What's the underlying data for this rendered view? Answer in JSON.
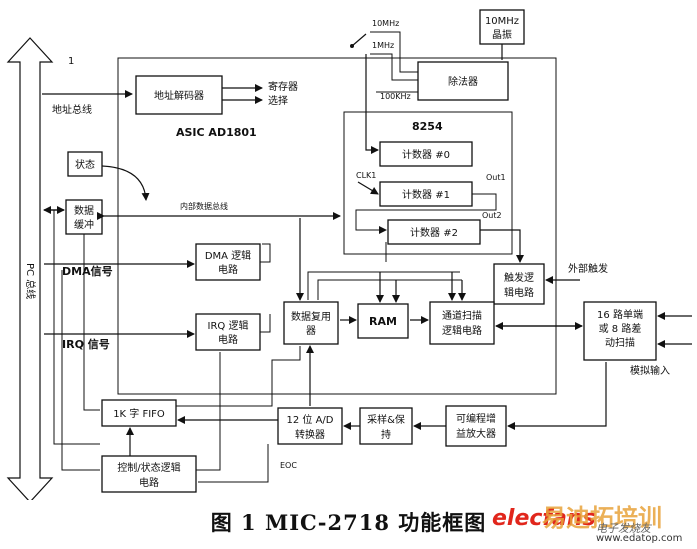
{
  "labels": {
    "bus_number": "1",
    "pc_bus": "PC 总线",
    "address_bus": "地址总线",
    "asic": "ASIC AD1801",
    "internal_data_bus": "内部数据总线",
    "dma_signal": "DMA信号",
    "irq_signal": "IRQ 信号",
    "osc_10mhz": "10MHz",
    "osc_1mhz": "1MHz",
    "osc_100khz": "100KHz",
    "clk1": "CLK1",
    "out1": "Out1",
    "out2": "Out2",
    "ext_trigger": "外部触发",
    "analog_input": "模拟输入",
    "eoc": "EOC"
  },
  "blocks": {
    "crystal": [
      "10MHz",
      "晶振"
    ],
    "divider": "除法器",
    "addr_decoder": "地址解码器",
    "register_select": [
      "寄存器",
      "选择"
    ],
    "timer_8254": "8254",
    "counter0": "计数器 #0",
    "counter1": "计数器 #1",
    "counter2": "计数器 #2",
    "trigger_logic": [
      "触发逻",
      "辑电路"
    ],
    "status": "状态",
    "data_buffer": [
      "数据",
      "缓冲"
    ],
    "dma_logic": [
      "DMA 逻辑",
      "电路"
    ],
    "irq_logic": [
      "IRQ 逻辑",
      "电路"
    ],
    "data_mux": [
      "数据复用",
      "器"
    ],
    "ram": "RAM",
    "scan_logic": [
      "通道扫描",
      "逻辑电路"
    ],
    "input_mux": [
      "16 路单端",
      "或 8 路差",
      "动扫描"
    ],
    "fifo": "1K 字 FIFO",
    "adc": [
      "12 位 A/D",
      "转换器"
    ],
    "sample_hold": [
      "采样&保",
      "持"
    ],
    "pga": [
      "可编程增",
      "益放大器"
    ],
    "control_logic": [
      "控制/状态逻辑",
      "电路"
    ]
  },
  "caption": "图 1  MIC-2718 功能框图",
  "watermark": {
    "brand": "elecfans",
    "brand_cn": "易迪拓培训",
    "brand_sub": "电子发烧友",
    "url": "www.edatop.com"
  }
}
